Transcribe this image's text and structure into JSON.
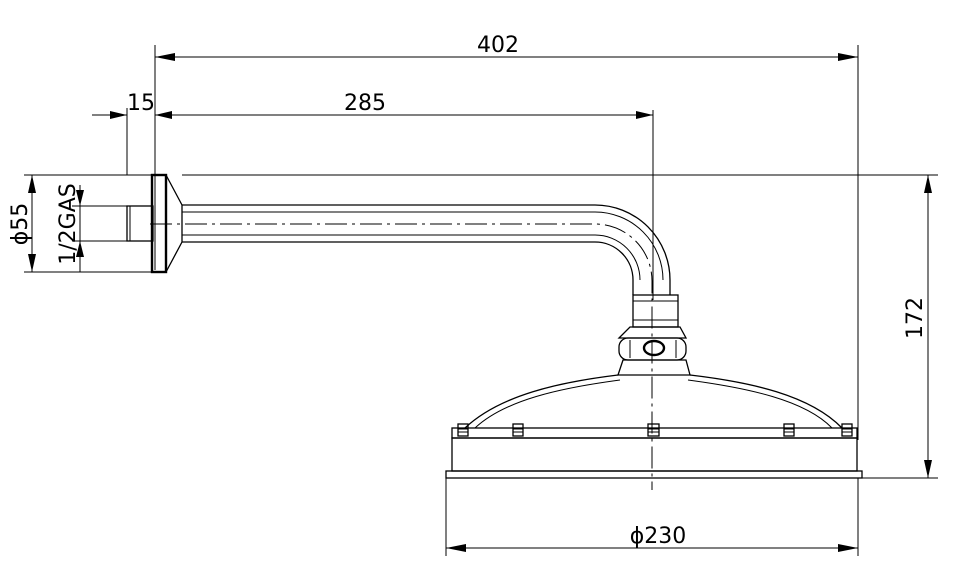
{
  "dimensions": {
    "overall_length": "402",
    "wall_plate_thickness": "15",
    "arm_reach": "285",
    "flange_diameter": "ϕ55",
    "thread": "1/2GAS",
    "total_drop": "172",
    "head_diameter": "ϕ230"
  }
}
